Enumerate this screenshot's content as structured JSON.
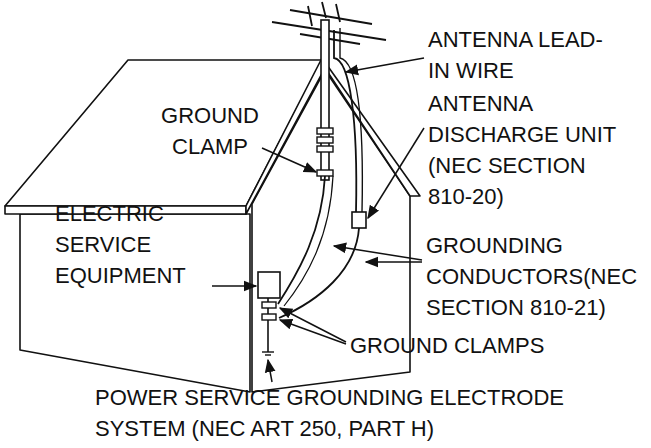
{
  "diagram": {
    "labels": [
      "ANTENNA LEAD-IN WIRE",
      "GROUND CLAMP",
      "ANTENNA DISCHARGE UNIT (NEC SECTION 810-20)",
      "ELECTRIC SERVICE EQUIPMENT",
      "GROUNDING CONDUCTORS(NEC SECTION 810-21)",
      "GROUND CLAMPS",
      "POWER SERVICE GROUNDING ELECTRODE SYSTEM (NEC ART 250, PART H)"
    ]
  }
}
